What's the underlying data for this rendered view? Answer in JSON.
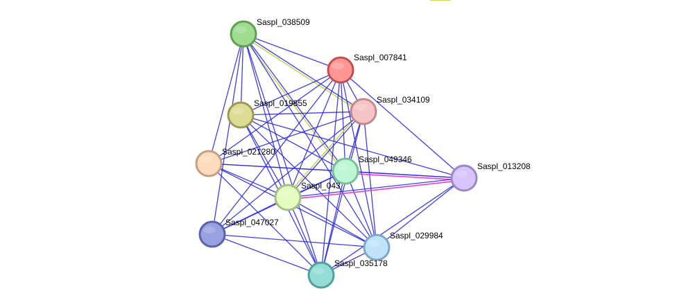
{
  "nodes": [
    {
      "id": "n038509",
      "label": "Saspl_038509",
      "fill": "#9fdc8f",
      "stroke": "#5f9f4f"
    },
    {
      "id": "n007841",
      "label": "Saspl_007841",
      "fill": "#ff9696",
      "stroke": "#c05050"
    },
    {
      "id": "n034109",
      "label": "Saspl_034109",
      "fill": "#f6c4c4",
      "stroke": "#c08a8a"
    },
    {
      "id": "n019855",
      "label": "Saspl_019855",
      "fill": "#dcdc96",
      "stroke": "#9a9a50"
    },
    {
      "id": "n021280",
      "label": "Saspl_021280",
      "fill": "#fddcbe",
      "stroke": "#c4a080"
    },
    {
      "id": "n049346",
      "label": "Saspl_049346",
      "fill": "#bcf6d4",
      "stroke": "#78c094"
    },
    {
      "id": "n013208",
      "label": "Saspl_013208",
      "fill": "#d6c4fa",
      "stroke": "#9a88c4"
    },
    {
      "id": "n043xxx",
      "label": "Saspl_043",
      "fill": "#e4fcc0",
      "stroke": "#a4c080"
    },
    {
      "id": "n047027",
      "label": "Saspl_047027",
      "fill": "#98a2e0",
      "stroke": "#5a62a8"
    },
    {
      "id": "n029984",
      "label": "Saspl_029984",
      "fill": "#c0e2fa",
      "stroke": "#7ea8c8"
    },
    {
      "id": "n035x78",
      "label": "Saspl_035178",
      "fill": "#94ddd6",
      "stroke": "#52a09a"
    }
  ],
  "edge_colors": {
    "blue": "#2a2ae0",
    "olive": "#c8d860",
    "magenta": "#e040e0"
  },
  "edges": [
    [
      "n038509",
      "n007841",
      "blue"
    ],
    [
      "n038509",
      "n034109",
      "blue"
    ],
    [
      "n038509",
      "n034109",
      "olive"
    ],
    [
      "n038509",
      "n019855",
      "blue"
    ],
    [
      "n038509",
      "n021280",
      "blue"
    ],
    [
      "n038509",
      "n049346",
      "blue"
    ],
    [
      "n038509",
      "n049346",
      "olive"
    ],
    [
      "n038509",
      "n043xxx",
      "blue"
    ],
    [
      "n038509",
      "n047027",
      "blue"
    ],
    [
      "n038509",
      "n035x78",
      "blue"
    ],
    [
      "n038509",
      "n029984",
      "blue"
    ],
    [
      "n007841",
      "n034109",
      "blue"
    ],
    [
      "n007841",
      "n019855",
      "blue"
    ],
    [
      "n007841",
      "n021280",
      "blue"
    ],
    [
      "n007841",
      "n049346",
      "blue"
    ],
    [
      "n007841",
      "n043xxx",
      "blue"
    ],
    [
      "n007841",
      "n047027",
      "blue"
    ],
    [
      "n007841",
      "n013208",
      "blue"
    ],
    [
      "n007841",
      "n029984",
      "blue"
    ],
    [
      "n007841",
      "n035x78",
      "blue"
    ],
    [
      "n034109",
      "n019855",
      "blue"
    ],
    [
      "n034109",
      "n021280",
      "blue"
    ],
    [
      "n034109",
      "n049346",
      "blue"
    ],
    [
      "n034109",
      "n043xxx",
      "blue"
    ],
    [
      "n034109",
      "n043xxx",
      "olive"
    ],
    [
      "n034109",
      "n047027",
      "blue"
    ],
    [
      "n034109",
      "n029984",
      "blue"
    ],
    [
      "n034109",
      "n035x78",
      "blue"
    ],
    [
      "n019855",
      "n049346",
      "blue"
    ],
    [
      "n019855",
      "n043xxx",
      "blue"
    ],
    [
      "n019855",
      "n013208",
      "blue"
    ],
    [
      "n019855",
      "n029984",
      "blue"
    ],
    [
      "n019855",
      "n035x78",
      "blue"
    ],
    [
      "n021280",
      "n049346",
      "blue"
    ],
    [
      "n021280",
      "n043xxx",
      "blue"
    ],
    [
      "n021280",
      "n013208",
      "blue"
    ],
    [
      "n021280",
      "n029984",
      "blue"
    ],
    [
      "n021280",
      "n035x78",
      "blue"
    ],
    [
      "n049346",
      "n043xxx",
      "blue"
    ],
    [
      "n049346",
      "n013208",
      "blue"
    ],
    [
      "n049346",
      "n013208",
      "magenta"
    ],
    [
      "n049346",
      "n029984",
      "blue"
    ],
    [
      "n049346",
      "n035x78",
      "blue"
    ],
    [
      "n049346",
      "n047027",
      "blue"
    ],
    [
      "n043xxx",
      "n013208",
      "blue"
    ],
    [
      "n043xxx",
      "n013208",
      "magenta"
    ],
    [
      "n043xxx",
      "n047027",
      "blue"
    ],
    [
      "n043xxx",
      "n029984",
      "blue"
    ],
    [
      "n043xxx",
      "n035x78",
      "blue"
    ],
    [
      "n013208",
      "n029984",
      "blue"
    ],
    [
      "n013208",
      "n035x78",
      "blue"
    ],
    [
      "n047027",
      "n029984",
      "blue"
    ],
    [
      "n047027",
      "n035x78",
      "blue"
    ],
    [
      "n029984",
      "n035x78",
      "blue"
    ]
  ]
}
